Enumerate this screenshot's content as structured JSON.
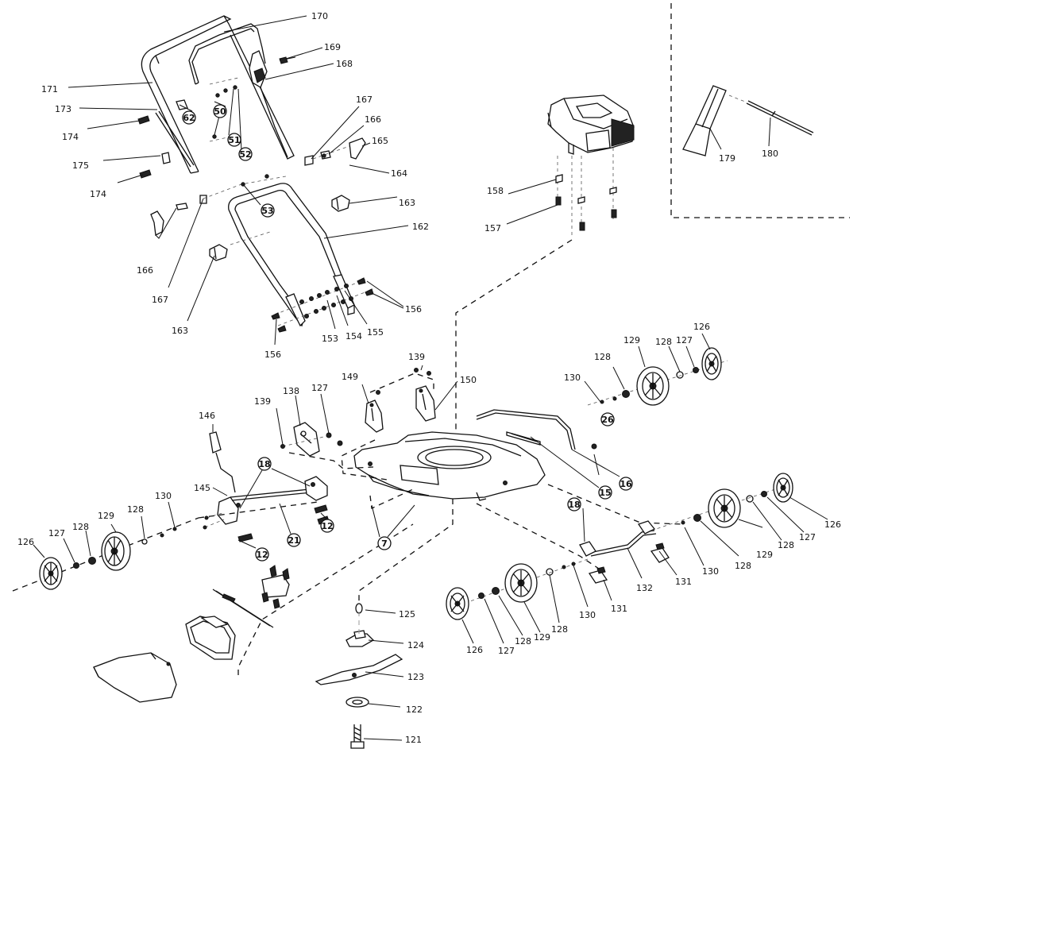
{
  "diagram": {
    "labels": [
      {
        "id": "l170",
        "text": "170"
      },
      {
        "id": "l169",
        "text": "169"
      },
      {
        "id": "l168",
        "text": "168"
      },
      {
        "id": "l171",
        "text": "171"
      },
      {
        "id": "l173",
        "text": "173"
      },
      {
        "id": "l174a",
        "text": "174"
      },
      {
        "id": "l175",
        "text": "175"
      },
      {
        "id": "l174b",
        "text": "174"
      },
      {
        "id": "l167a",
        "text": "167"
      },
      {
        "id": "l166a",
        "text": "166"
      },
      {
        "id": "l165",
        "text": "165"
      },
      {
        "id": "l164",
        "text": "164"
      },
      {
        "id": "l163a",
        "text": "163"
      },
      {
        "id": "l162",
        "text": "162"
      },
      {
        "id": "l166b",
        "text": "166"
      },
      {
        "id": "l167b",
        "text": "167"
      },
      {
        "id": "l163b",
        "text": "163"
      },
      {
        "id": "l156a",
        "text": "156"
      },
      {
        "id": "l155",
        "text": "155"
      },
      {
        "id": "l154",
        "text": "154"
      },
      {
        "id": "l153",
        "text": "153"
      },
      {
        "id": "l156b",
        "text": "156"
      },
      {
        "id": "l158",
        "text": "158"
      },
      {
        "id": "l157",
        "text": "157"
      },
      {
        "id": "l179",
        "text": "179"
      },
      {
        "id": "l180",
        "text": "180"
      },
      {
        "id": "l139a",
        "text": "139"
      },
      {
        "id": "l150",
        "text": "150"
      },
      {
        "id": "l149",
        "text": "149"
      },
      {
        "id": "l138",
        "text": "138"
      },
      {
        "id": "l127a",
        "text": "127"
      },
      {
        "id": "l139b",
        "text": "139"
      },
      {
        "id": "l146",
        "text": "146"
      },
      {
        "id": "l145",
        "text": "145"
      },
      {
        "id": "l130a",
        "text": "130"
      },
      {
        "id": "l128a",
        "text": "128"
      },
      {
        "id": "l129a",
        "text": "129"
      },
      {
        "id": "l128b",
        "text": "128"
      },
      {
        "id": "l127b",
        "text": "127"
      },
      {
        "id": "l126a",
        "text": "126"
      },
      {
        "id": "l126b",
        "text": "126"
      },
      {
        "id": "l129b",
        "text": "129"
      },
      {
        "id": "l128c",
        "text": "128"
      },
      {
        "id": "l127c",
        "text": "127"
      },
      {
        "id": "l128d",
        "text": "128"
      },
      {
        "id": "l130b",
        "text": "130"
      },
      {
        "id": "l126c",
        "text": "126"
      },
      {
        "id": "l127d",
        "text": "127"
      },
      {
        "id": "l128e",
        "text": "128"
      },
      {
        "id": "l129c",
        "text": "129"
      },
      {
        "id": "l128f",
        "text": "128"
      },
      {
        "id": "l130c",
        "text": "130"
      },
      {
        "id": "l131a",
        "text": "131"
      },
      {
        "id": "l132",
        "text": "132"
      },
      {
        "id": "l131b",
        "text": "131"
      },
      {
        "id": "l130d",
        "text": "130"
      },
      {
        "id": "l128g",
        "text": "128"
      },
      {
        "id": "l129d",
        "text": "129"
      },
      {
        "id": "l128h",
        "text": "128"
      },
      {
        "id": "l127e",
        "text": "127"
      },
      {
        "id": "l126d",
        "text": "126"
      },
      {
        "id": "l125",
        "text": "125"
      },
      {
        "id": "l124",
        "text": "124"
      },
      {
        "id": "l123",
        "text": "123"
      },
      {
        "id": "l122",
        "text": "122"
      },
      {
        "id": "l121",
        "text": "121"
      }
    ],
    "circled": [
      {
        "id": "c50",
        "text": "50"
      },
      {
        "id": "c62",
        "text": "62"
      },
      {
        "id": "c51",
        "text": "51"
      },
      {
        "id": "c52",
        "text": "52"
      },
      {
        "id": "c53",
        "text": "53"
      },
      {
        "id": "c26",
        "text": "26"
      },
      {
        "id": "c15",
        "text": "15"
      },
      {
        "id": "c16",
        "text": "16"
      },
      {
        "id": "c18a",
        "text": "18"
      },
      {
        "id": "c12a",
        "text": "12"
      },
      {
        "id": "c21",
        "text": "21"
      },
      {
        "id": "c12b",
        "text": "12"
      },
      {
        "id": "c7",
        "text": "7"
      },
      {
        "id": "c18b",
        "text": "18"
      }
    ]
  }
}
